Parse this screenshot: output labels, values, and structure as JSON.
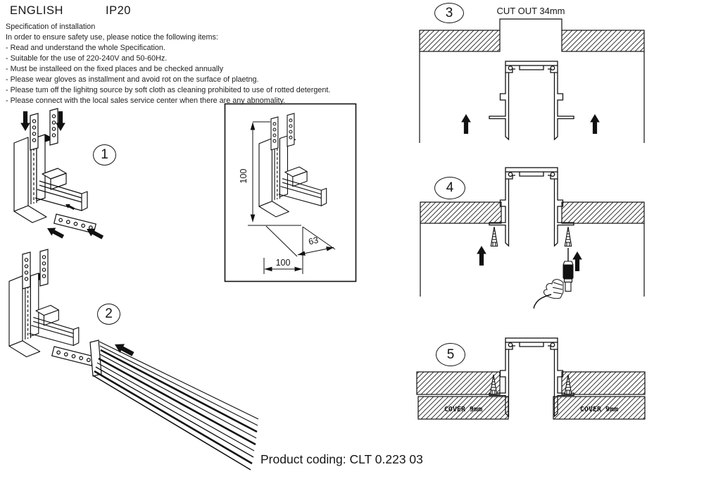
{
  "page": {
    "background": "#ffffff",
    "ink": "#1a1a1a"
  },
  "header": {
    "language": "ENGLISH",
    "protection_rating": "IP20"
  },
  "specification": {
    "title": "Specification of installation",
    "intro": "In order to ensure safety use, please notice the following items:",
    "items": [
      "- Read and understand the whole Specification.",
      "- Suitable for the use of 220-240V and 50-60Hz.",
      "- Must be installeed on the fixed places and be checked annually",
      "- Please wear gloves as installment and avoid rot on the surface of plaetng.",
      "- Please tum off the lighitng source by soft cloth as cleaning prohibited to use of rotted detergent.",
      "- Please connect with the local sales service center when there are any abnomality."
    ]
  },
  "steps": [
    "1",
    "2",
    "3",
    "4",
    "5"
  ],
  "diagram_labels": {
    "cut_out": "CUT OUT 34mm",
    "cover_left": "COVER 9mm",
    "cover_right": "COVER 9mm",
    "dim_height": "100",
    "dim_width": "100",
    "dim_depth": "63"
  },
  "footer": {
    "product_coding": "Product coding: CLT 0.223 03"
  }
}
